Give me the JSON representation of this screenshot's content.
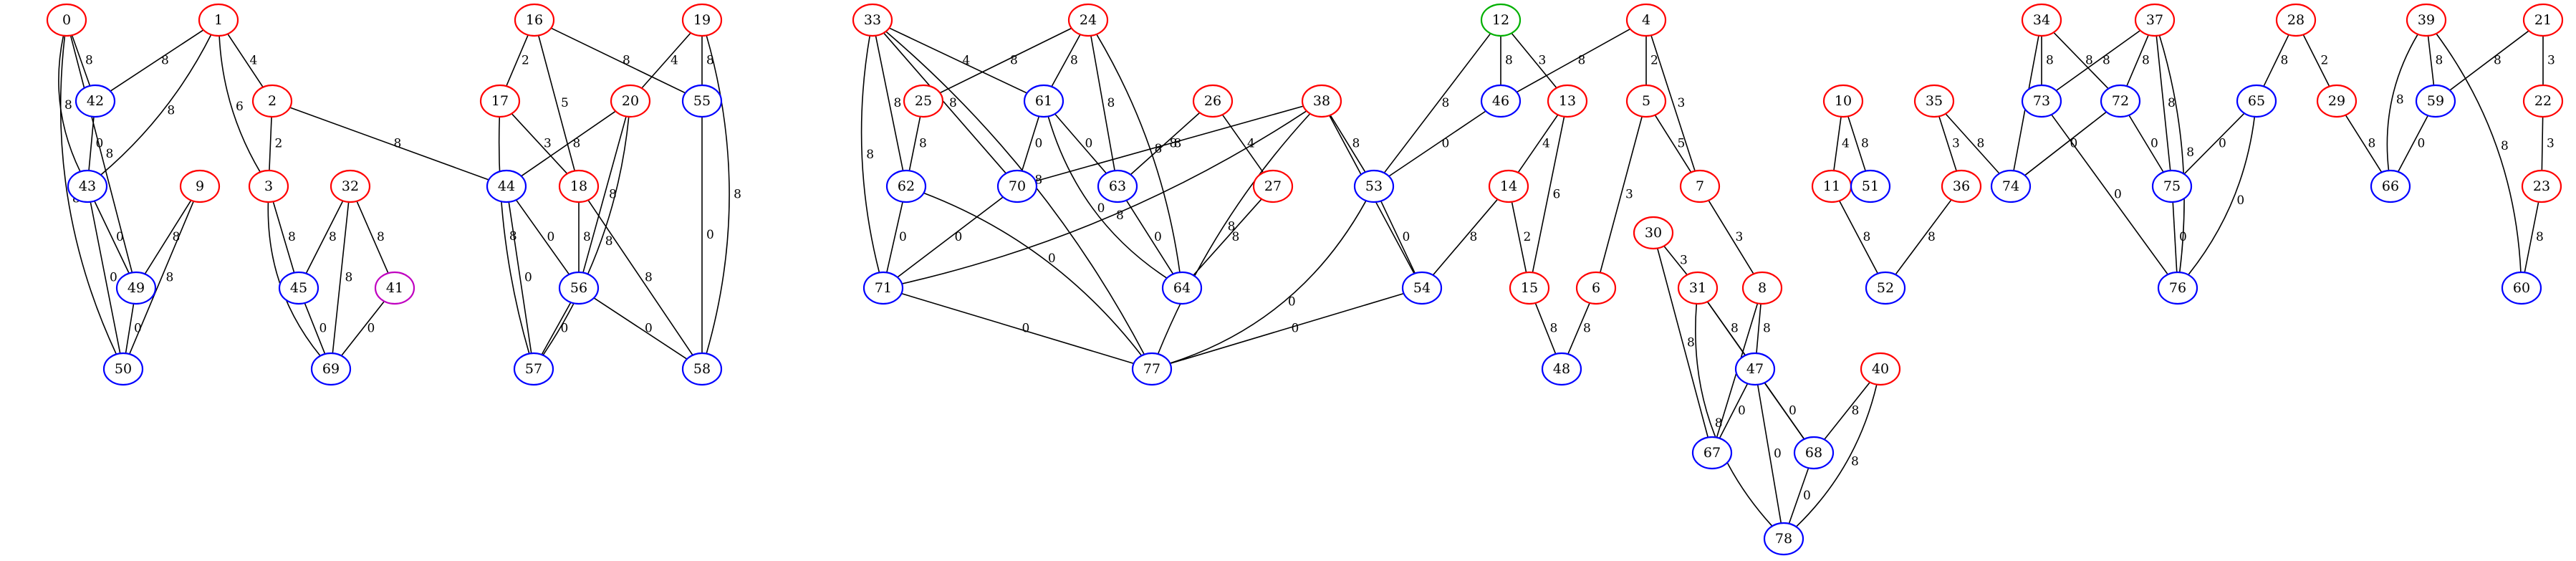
{
  "colors": {
    "red": "#ff0000",
    "blue": "#0000ff",
    "green": "#00b000",
    "violet": "#c000c0"
  },
  "nodes": [
    {
      "id": "0",
      "color": "red"
    },
    {
      "id": "1",
      "color": "red"
    },
    {
      "id": "2",
      "color": "red"
    },
    {
      "id": "3",
      "color": "red"
    },
    {
      "id": "9",
      "color": "red"
    },
    {
      "id": "32",
      "color": "red"
    },
    {
      "id": "41",
      "color": "violet"
    },
    {
      "id": "42",
      "color": "blue"
    },
    {
      "id": "43",
      "color": "blue"
    },
    {
      "id": "45",
      "color": "blue"
    },
    {
      "id": "49",
      "color": "blue"
    },
    {
      "id": "50",
      "color": "blue"
    },
    {
      "id": "69",
      "color": "blue"
    },
    {
      "id": "16",
      "color": "red"
    },
    {
      "id": "17",
      "color": "red"
    },
    {
      "id": "18",
      "color": "red"
    },
    {
      "id": "19",
      "color": "red"
    },
    {
      "id": "20",
      "color": "red"
    },
    {
      "id": "44",
      "color": "blue"
    },
    {
      "id": "55",
      "color": "blue"
    },
    {
      "id": "56",
      "color": "blue"
    },
    {
      "id": "57",
      "color": "blue"
    },
    {
      "id": "58",
      "color": "blue"
    },
    {
      "id": "33",
      "color": "red"
    },
    {
      "id": "24",
      "color": "red"
    },
    {
      "id": "25",
      "color": "red"
    },
    {
      "id": "26",
      "color": "red"
    },
    {
      "id": "27",
      "color": "red"
    },
    {
      "id": "38",
      "color": "red"
    },
    {
      "id": "61",
      "color": "blue"
    },
    {
      "id": "62",
      "color": "blue"
    },
    {
      "id": "70",
      "color": "blue"
    },
    {
      "id": "63",
      "color": "blue"
    },
    {
      "id": "71",
      "color": "blue"
    },
    {
      "id": "64",
      "color": "blue"
    },
    {
      "id": "77",
      "color": "blue"
    },
    {
      "id": "12",
      "color": "green"
    },
    {
      "id": "46",
      "color": "blue"
    },
    {
      "id": "53",
      "color": "blue"
    },
    {
      "id": "54",
      "color": "blue"
    },
    {
      "id": "13",
      "color": "red"
    },
    {
      "id": "14",
      "color": "red"
    },
    {
      "id": "15",
      "color": "red"
    },
    {
      "id": "48",
      "color": "blue"
    },
    {
      "id": "4",
      "color": "red"
    },
    {
      "id": "5",
      "color": "red"
    },
    {
      "id": "6",
      "color": "red"
    },
    {
      "id": "7",
      "color": "red"
    },
    {
      "id": "8",
      "color": "red"
    },
    {
      "id": "30",
      "color": "red"
    },
    {
      "id": "31",
      "color": "red"
    },
    {
      "id": "47",
      "color": "blue"
    },
    {
      "id": "67",
      "color": "blue"
    },
    {
      "id": "68",
      "color": "blue"
    },
    {
      "id": "78",
      "color": "blue"
    },
    {
      "id": "40",
      "color": "red"
    },
    {
      "id": "10",
      "color": "red"
    },
    {
      "id": "11",
      "color": "red"
    },
    {
      "id": "51",
      "color": "blue"
    },
    {
      "id": "52",
      "color": "blue"
    },
    {
      "id": "35",
      "color": "red"
    },
    {
      "id": "36",
      "color": "red"
    },
    {
      "id": "74",
      "color": "blue"
    },
    {
      "id": "34",
      "color": "red"
    },
    {
      "id": "73",
      "color": "blue"
    },
    {
      "id": "37",
      "color": "red"
    },
    {
      "id": "72",
      "color": "blue"
    },
    {
      "id": "75",
      "color": "blue"
    },
    {
      "id": "76",
      "color": "blue"
    },
    {
      "id": "28",
      "color": "red"
    },
    {
      "id": "65",
      "color": "blue"
    },
    {
      "id": "29",
      "color": "red"
    },
    {
      "id": "39",
      "color": "red"
    },
    {
      "id": "66",
      "color": "blue"
    },
    {
      "id": "59",
      "color": "blue"
    },
    {
      "id": "21",
      "color": "red"
    },
    {
      "id": "22",
      "color": "red"
    },
    {
      "id": "23",
      "color": "red"
    },
    {
      "id": "60",
      "color": "blue"
    }
  ],
  "edges": [
    {
      "from": "1",
      "to": "2",
      "label": "4"
    },
    {
      "from": "1",
      "to": "42",
      "label": "8"
    },
    {
      "from": "1",
      "to": "43",
      "label": "8"
    },
    {
      "from": "1",
      "to": "3",
      "label": "6"
    },
    {
      "from": "0",
      "to": "42",
      "label": "8"
    },
    {
      "from": "0",
      "to": "43",
      "label": "8"
    },
    {
      "from": "0",
      "to": "49",
      "label": "8"
    },
    {
      "from": "0",
      "to": "50",
      "label": "8"
    },
    {
      "from": "2",
      "to": "3",
      "label": "2"
    },
    {
      "from": "2",
      "to": "44",
      "label": "8"
    },
    {
      "from": "42",
      "to": "43",
      "label": "0"
    },
    {
      "from": "43",
      "to": "49",
      "label": "0"
    },
    {
      "from": "43",
      "to": "50",
      "label": "0"
    },
    {
      "from": "9",
      "to": "49",
      "label": "8"
    },
    {
      "from": "9",
      "to": "50",
      "label": "8"
    },
    {
      "from": "49",
      "to": "50",
      "label": "0"
    },
    {
      "from": "3",
      "to": "45",
      "label": "8"
    },
    {
      "from": "3",
      "to": "69",
      "label": "8"
    },
    {
      "from": "32",
      "to": "45",
      "label": "8"
    },
    {
      "from": "32",
      "to": "69",
      "label": "8"
    },
    {
      "from": "32",
      "to": "41",
      "label": "8"
    },
    {
      "from": "45",
      "to": "69",
      "label": "0"
    },
    {
      "from": "41",
      "to": "69",
      "label": "0"
    },
    {
      "from": "16",
      "to": "17",
      "label": "2"
    },
    {
      "from": "16",
      "to": "18",
      "label": "5"
    },
    {
      "from": "16",
      "to": "55",
      "label": "8"
    },
    {
      "from": "19",
      "to": "20",
      "label": "4"
    },
    {
      "from": "19",
      "to": "55",
      "label": "8"
    },
    {
      "from": "19",
      "to": "58",
      "label": "8"
    },
    {
      "from": "17",
      "to": "18",
      "label": "3"
    },
    {
      "from": "17",
      "to": "57",
      "label": "8"
    },
    {
      "from": "20",
      "to": "44",
      "label": "8"
    },
    {
      "from": "20",
      "to": "56",
      "label": "8"
    },
    {
      "from": "20",
      "to": "57",
      "label": "8"
    },
    {
      "from": "55",
      "to": "58",
      "label": "0"
    },
    {
      "from": "44",
      "to": "56",
      "label": "0"
    },
    {
      "from": "44",
      "to": "57",
      "label": "0"
    },
    {
      "from": "18",
      "to": "56",
      "label": "8"
    },
    {
      "from": "18",
      "to": "58",
      "label": "8"
    },
    {
      "from": "56",
      "to": "57",
      "label": "0"
    },
    {
      "from": "56",
      "to": "58",
      "label": "0"
    },
    {
      "from": "33",
      "to": "61",
      "label": "4"
    },
    {
      "from": "33",
      "to": "62",
      "label": "8"
    },
    {
      "from": "33",
      "to": "70",
      "label": "8"
    },
    {
      "from": "33",
      "to": "71",
      "label": "8"
    },
    {
      "from": "33",
      "to": "77",
      "label": "8"
    },
    {
      "from": "24",
      "to": "25",
      "label": "8"
    },
    {
      "from": "24",
      "to": "61",
      "label": "8"
    },
    {
      "from": "24",
      "to": "63",
      "label": "8"
    },
    {
      "from": "24",
      "to": "64",
      "label": "8"
    },
    {
      "from": "25",
      "to": "62",
      "label": "8"
    },
    {
      "from": "61",
      "to": "70",
      "label": "0"
    },
    {
      "from": "61",
      "to": "63",
      "label": "0"
    },
    {
      "from": "61",
      "to": "64",
      "label": "0"
    },
    {
      "from": "26",
      "to": "63",
      "label": "8"
    },
    {
      "from": "26",
      "to": "27",
      "label": "4"
    },
    {
      "from": "38",
      "to": "70",
      "label": "8"
    },
    {
      "from": "38",
      "to": "71",
      "label": "8"
    },
    {
      "from": "38",
      "to": "53",
      "label": "8"
    },
    {
      "from": "38",
      "to": "54",
      "label": "8"
    },
    {
      "from": "38",
      "to": "77",
      "label": "8"
    },
    {
      "from": "62",
      "to": "71",
      "label": "0"
    },
    {
      "from": "62",
      "to": "77",
      "label": "0"
    },
    {
      "from": "70",
      "to": "71",
      "label": "0"
    },
    {
      "from": "63",
      "to": "64",
      "label": "0"
    },
    {
      "from": "27",
      "to": "64",
      "label": "8"
    },
    {
      "from": "71",
      "to": "77",
      "label": "0"
    },
    {
      "from": "53",
      "to": "77",
      "label": "0"
    },
    {
      "from": "53",
      "to": "54",
      "label": "0"
    },
    {
      "from": "54",
      "to": "77",
      "label": "0"
    },
    {
      "from": "12",
      "to": "46",
      "label": "8"
    },
    {
      "from": "12",
      "to": "53",
      "label": "8"
    },
    {
      "from": "12",
      "to": "13",
      "label": "3"
    },
    {
      "from": "4",
      "to": "46",
      "label": "8"
    },
    {
      "from": "4",
      "to": "5",
      "label": "2"
    },
    {
      "from": "4",
      "to": "7",
      "label": "3"
    },
    {
      "from": "46",
      "to": "53",
      "label": "0"
    },
    {
      "from": "13",
      "to": "14",
      "label": "4"
    },
    {
      "from": "13",
      "to": "15",
      "label": "6"
    },
    {
      "from": "14",
      "to": "54",
      "label": "8"
    },
    {
      "from": "14",
      "to": "15",
      "label": "2"
    },
    {
      "from": "15",
      "to": "48",
      "label": "8"
    },
    {
      "from": "5",
      "to": "6",
      "label": "3"
    },
    {
      "from": "5",
      "to": "7",
      "label": "5"
    },
    {
      "from": "6",
      "to": "48",
      "label": "8"
    },
    {
      "from": "7",
      "to": "8",
      "label": "3"
    },
    {
      "from": "30",
      "to": "31",
      "label": "3"
    },
    {
      "from": "30",
      "to": "67",
      "label": "8"
    },
    {
      "from": "31",
      "to": "47",
      "label": "8"
    },
    {
      "from": "31",
      "to": "68",
      "label": "8"
    },
    {
      "from": "31",
      "to": "78",
      "label": "8"
    },
    {
      "from": "8",
      "to": "47",
      "label": "8"
    },
    {
      "from": "8",
      "to": "67",
      "label": "8"
    },
    {
      "from": "47",
      "to": "67",
      "label": "0"
    },
    {
      "from": "47",
      "to": "68",
      "label": "0"
    },
    {
      "from": "47",
      "to": "78",
      "label": "0"
    },
    {
      "from": "40",
      "to": "68",
      "label": "8"
    },
    {
      "from": "40",
      "to": "78",
      "label": "8"
    },
    {
      "from": "68",
      "to": "78",
      "label": "0"
    },
    {
      "from": "10",
      "to": "11",
      "label": "4"
    },
    {
      "from": "10",
      "to": "51",
      "label": "8"
    },
    {
      "from": "11",
      "to": "52",
      "label": "8"
    },
    {
      "from": "35",
      "to": "36",
      "label": "3"
    },
    {
      "from": "35",
      "to": "74",
      "label": "8"
    },
    {
      "from": "36",
      "to": "52",
      "label": "8"
    },
    {
      "from": "34",
      "to": "73",
      "label": "8"
    },
    {
      "from": "34",
      "to": "74",
      "label": "8"
    },
    {
      "from": "34",
      "to": "72",
      "label": "8"
    },
    {
      "from": "37",
      "to": "73",
      "label": "8"
    },
    {
      "from": "37",
      "to": "72",
      "label": "8"
    },
    {
      "from": "37",
      "to": "75",
      "label": "8"
    },
    {
      "from": "37",
      "to": "76",
      "label": "8"
    },
    {
      "from": "73",
      "to": "76",
      "label": "0"
    },
    {
      "from": "72",
      "to": "74",
      "label": "0"
    },
    {
      "from": "72",
      "to": "75",
      "label": "0"
    },
    {
      "from": "75",
      "to": "76",
      "label": "0"
    },
    {
      "from": "28",
      "to": "65",
      "label": "8"
    },
    {
      "from": "28",
      "to": "29",
      "label": "2"
    },
    {
      "from": "65",
      "to": "75",
      "label": "0"
    },
    {
      "from": "65",
      "to": "76",
      "label": "0"
    },
    {
      "from": "29",
      "to": "66",
      "label": "8"
    },
    {
      "from": "39",
      "to": "59",
      "label": "8"
    },
    {
      "from": "39",
      "to": "66",
      "label": "8"
    },
    {
      "from": "39",
      "to": "60",
      "label": "8"
    },
    {
      "from": "59",
      "to": "66",
      "label": "0"
    },
    {
      "from": "21",
      "to": "59",
      "label": "8"
    },
    {
      "from": "21",
      "to": "22",
      "label": "3"
    },
    {
      "from": "22",
      "to": "23",
      "label": "3"
    },
    {
      "from": "23",
      "to": "60",
      "label": "8"
    }
  ]
}
